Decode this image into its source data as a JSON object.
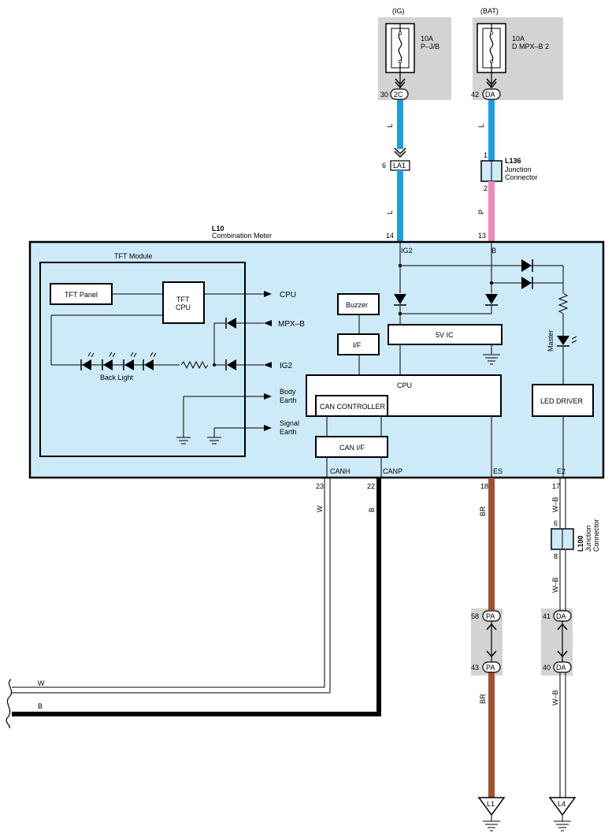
{
  "fuses": [
    {
      "source": "(IG)",
      "rating": "10A",
      "name": "P–J/B",
      "pin": "30",
      "connector": "2C"
    },
    {
      "source": "(BAT)",
      "rating": "10A",
      "name": "D MPX–B 2",
      "pin": "42",
      "connector": "DA"
    }
  ],
  "wires": {
    "ig_color_1": "L",
    "ig_color_2": "L",
    "bat_color_1": "L",
    "bat_color_2": "P",
    "canh_color": "W",
    "canp_color": "B",
    "es_color_1": "BR",
    "es_color_2": "BR",
    "e2_color_1": "W–B",
    "e2_color_2": "W–B",
    "e2_color_3": "W–B",
    "bus_w": "W",
    "bus_b": "B"
  },
  "connectors": {
    "la1": {
      "pin": "6",
      "label": "LA1"
    },
    "l136": {
      "id": "L136",
      "name_line1": "Junction",
      "name_line2": "Connector",
      "pin_top": "1",
      "pin_bottom": "2"
    },
    "l100": {
      "id": "L100",
      "name_line1": "Junction",
      "name_line2": "Connector",
      "pin_top": "6",
      "pin_bottom": "8"
    },
    "pa_top": {
      "pin": "58",
      "label": "PA"
    },
    "pa_bottom": {
      "pin": "43",
      "label": "PA"
    },
    "da_top": {
      "pin": "41",
      "label": "DA"
    },
    "da_bottom": {
      "pin": "40",
      "label": "DA"
    }
  },
  "meter": {
    "id": "L10",
    "name": "Combination Meter",
    "pins": {
      "ig2": "14",
      "b": "13",
      "canh": "23",
      "canp": "22",
      "es": "18",
      "e2": "17"
    },
    "terminals": {
      "ig2": "IG2",
      "b": "B",
      "canh": "CANH",
      "canp": "CANP",
      "es": "ES",
      "e2": "E2"
    },
    "tft_module": "TFT Module",
    "tft_panel": "TFT Panel",
    "tft_cpu_1": "TFT",
    "tft_cpu_2": "CPU",
    "back_light": "Back Light",
    "out_cpu": "CPU",
    "out_mpxb": "MPX–B",
    "out_ig2": "IG2",
    "body_earth_1": "Body",
    "body_earth_2": "Earth",
    "signal_earth_1": "Signal",
    "signal_earth_2": "Earth",
    "buzzer": "Buzzer",
    "if": "I/F",
    "ic5v": "5V IC",
    "cpu": "CPU",
    "can_controller": "CAN CONTROLLER",
    "can_if": "CAN I/F",
    "led_driver": "LED DRIVER",
    "master": "Master"
  },
  "grounds": {
    "l1": "L1",
    "l4": "L4"
  },
  "colors": {
    "module_fill": "#cdeaf8",
    "fuse_area": "#d3d3d3",
    "wire_blue": "#1a9fe0",
    "wire_pink": "#f08ab8",
    "wire_brown": "#a0522d",
    "wire_black": "#000000"
  }
}
